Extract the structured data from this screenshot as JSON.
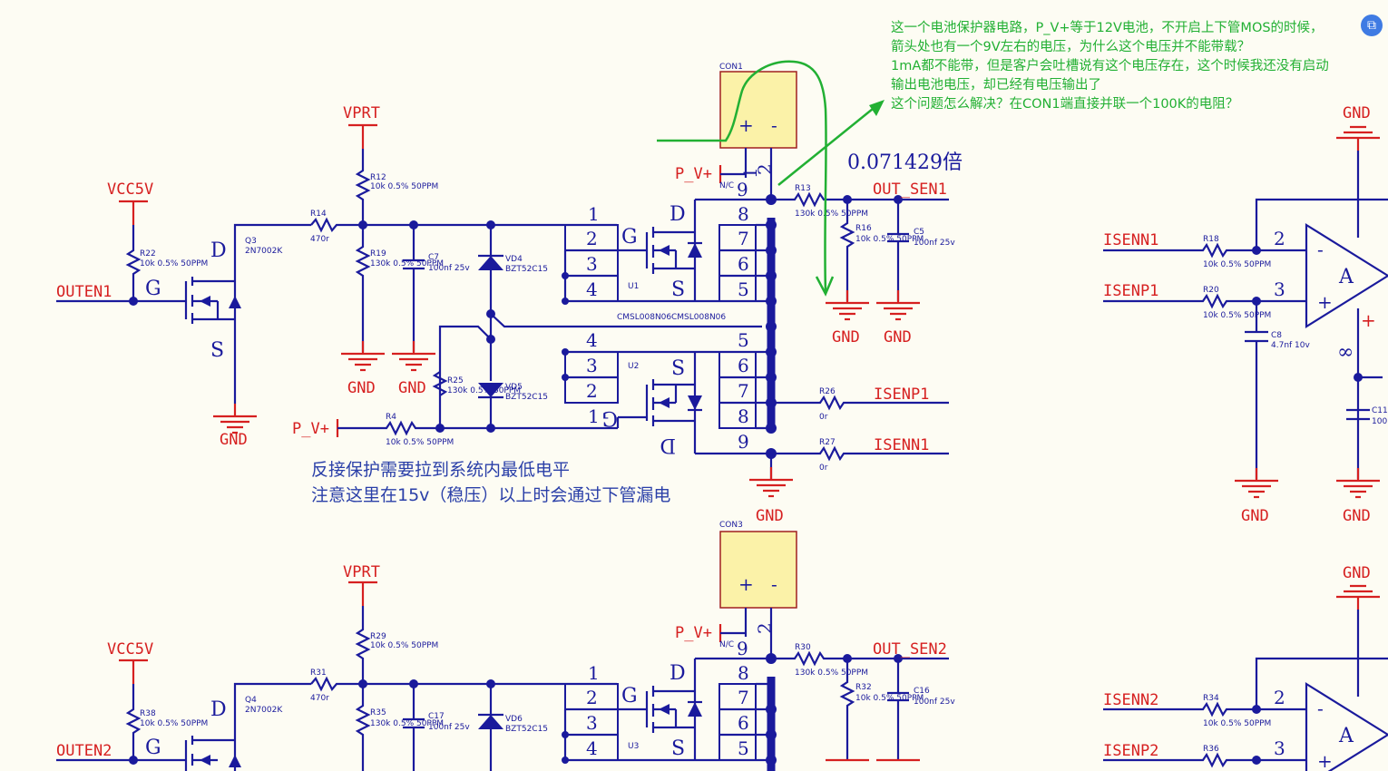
{
  "annotation": {
    "lines": [
      "这一个电池保护器电路，P_V+等于12V电池，不开启上下管MOS的时候，",
      "箭头处也有一个9V左右的电压，为什么这个电压并不能带载？",
      "1mA都不能带，但是客户会吐槽说有这个电压存在，这个时候我还没有启动",
      "输出电池电压，却已经有电压输出了",
      "这个问题怎么解决？在CON1端直接并联一个100K的电阻？"
    ],
    "ratio": "0.071429倍"
  },
  "comment": {
    "line1": "反接保护需要拉到系统内最低电平",
    "line2": "注意这里在15v（稳压）以上时会通过下管漏电"
  },
  "nets": {
    "vprt": "VPRT",
    "vcc5v": "VCC5V",
    "gnd": "GND",
    "outen1": "OUTEN1",
    "outen2": "OUTEN2",
    "pv": "P_V+",
    "out_sen1": "OUT_SEN1",
    "out_sen2": "OUT_SEN2",
    "isenn1": "ISENN1",
    "isenp1": "ISENP1",
    "isenn2": "ISENN2",
    "isenp2": "ISENP2"
  },
  "components": {
    "con1": "CON1",
    "con3": "CON3",
    "nc": "N/C",
    "r12": "R12",
    "r12v": "10k 0.5% 50PPM",
    "r14": "R14",
    "r14v": "470r",
    "r19": "R19",
    "r19v": "130k 0.5% 50PPM",
    "c7": "C7",
    "c7v": "100nf 25v",
    "vd4": "VD4",
    "vd4v": "BZT52C15",
    "vd5": "VD5",
    "vd5v": "BZT52C15",
    "r22": "R22",
    "r22v": "10k 0.5% 50PPM",
    "q3": "Q3",
    "q3v": "2N7002K",
    "r25": "R25",
    "r25v": "130k 0.5% 50PPM",
    "r4": "R4",
    "r4v": "10k 0.5% 50PPM",
    "u1": "U1",
    "u2": "U2",
    "u3": "U3",
    "mos": "CMSL008N06",
    "r13": "R13",
    "r13v": "130k 0.5% 50PPM",
    "r16": "R16",
    "r16v": "10k 0.5% 50PPM",
    "c5": "C5",
    "c5v": "100nf 25v",
    "r26": "R26",
    "r26v": "0r",
    "r27": "R27",
    "r27v": "0r",
    "r18": "R18",
    "r18v": "10k 0.5% 50PPM",
    "r20": "R20",
    "r20v": "10k 0.5% 50PPM",
    "c8": "C8",
    "c8v": "4.7nf 10v",
    "c11": "C11",
    "c11v": "100",
    "r29": "R29",
    "r29v": "10k 0.5% 50PPM",
    "r31": "R31",
    "r31v": "470r",
    "r35": "R35",
    "r35v": "130k 0.5% 50PPM",
    "c17": "C17",
    "c17v": "100nf 25v",
    "vd6": "VD6",
    "vd6v": "BZT52C15",
    "r38": "R38",
    "r38v": "10k 0.5% 50PPM",
    "q4": "Q4",
    "q4v": "2N7002K",
    "r30": "R30",
    "r30v": "130k 0.5% 50PPM",
    "r32": "R32",
    "r32v": "10k 0.5% 50PPM",
    "c16": "C16",
    "c16v": "100nf 25v",
    "r34": "R34",
    "r34v": "10k 0.5% 50PPM",
    "r36": "R36"
  },
  "pins": {
    "g": "G",
    "d": "D",
    "s": "S",
    "plus": "+",
    "minus": "-",
    "a": "A",
    "inf": "∞",
    "n1": "1",
    "n2": "2",
    "n3": "3",
    "n4": "4",
    "n5": "5",
    "n6": "6",
    "n7": "7",
    "n8": "8",
    "n9": "9"
  }
}
